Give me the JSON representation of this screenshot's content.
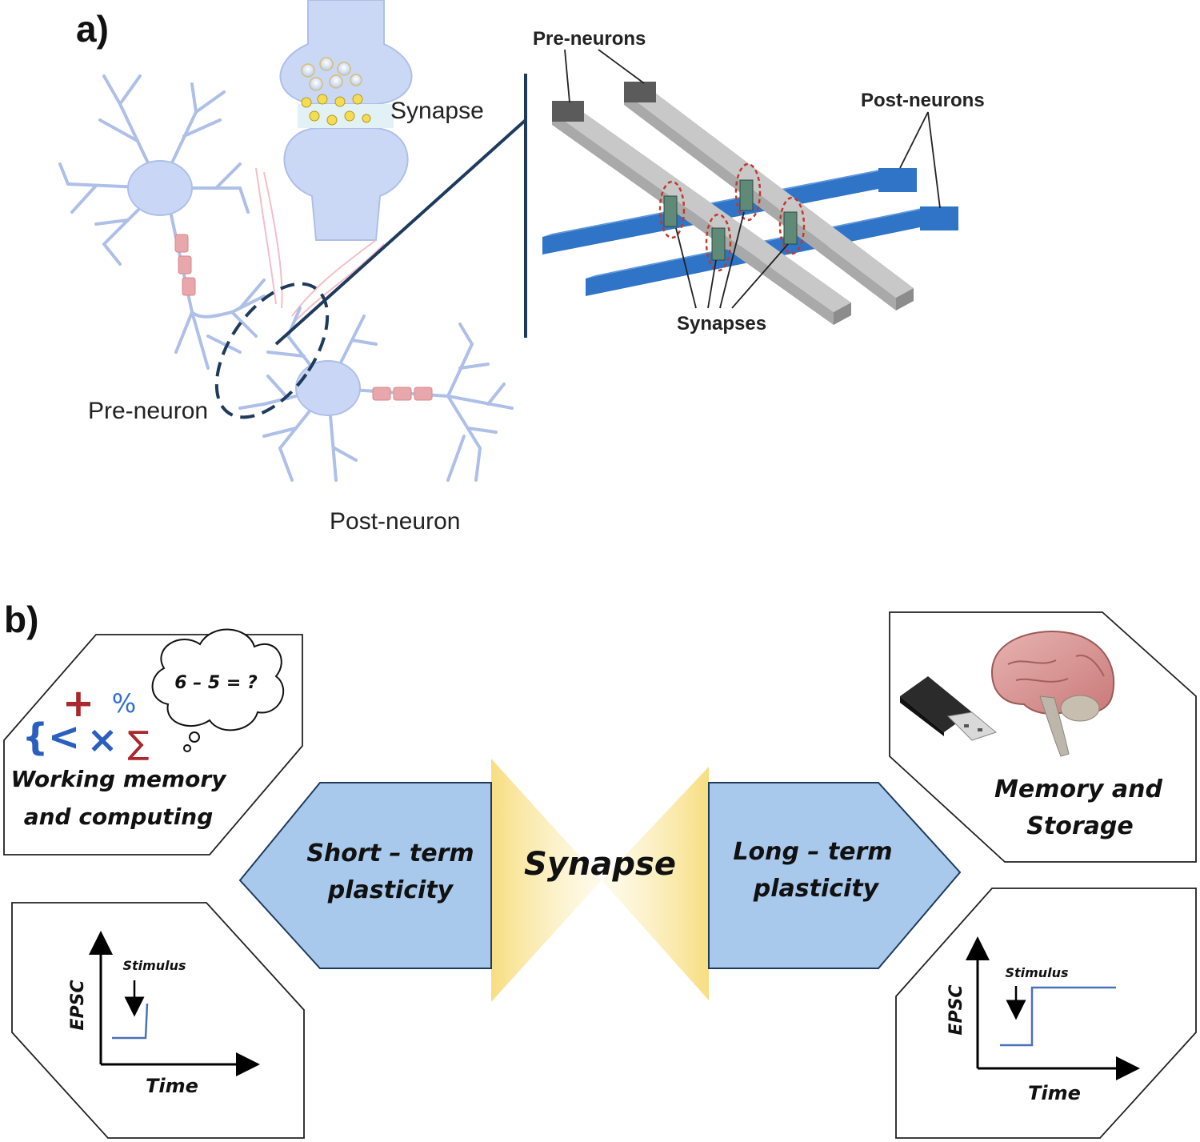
{
  "panel_a": {
    "label": "a)",
    "synapse_label": "Synapse",
    "pre_neuron_label": "Pre-neuron",
    "post_neuron_label": "Post-neuron",
    "pre_neurons_label": "Pre-neurons",
    "post_neurons_label": "Post-neurons",
    "synapses_label": "Synapses"
  },
  "panel_b": {
    "label": "b)",
    "center_label": "Synapse",
    "left_arrow": {
      "line1": "Short – term",
      "line2": "plasticity"
    },
    "right_arrow": {
      "line1": "Long – term",
      "line2": "plasticity"
    },
    "top_left_box": {
      "line1": "Working memory",
      "line2": "and computing",
      "thought": "6 – 5 = ?",
      "symbols": [
        "+",
        "%",
        "{",
        "<",
        "×",
        "∑"
      ]
    },
    "top_right_box": {
      "line1": "Memory and",
      "line2": "Storage"
    },
    "bottom_left_graph": {
      "ylabel": "EPSC",
      "xlabel": "Time",
      "stimulus": "Stimulus"
    },
    "bottom_right_graph": {
      "ylabel": "EPSC",
      "xlabel": "Time",
      "stimulus": "Stimulus"
    }
  },
  "colors": {
    "neuron": "#c9d6f5",
    "myelin": "#e8a7ab",
    "navy_line": "#1f3b5c",
    "pre_bar": "#a9a9a9",
    "post_bar": "#2f74c7",
    "arrow_fill": "#a9c9ec",
    "glow": "#f7dc7a",
    "curve": "#4a72b8"
  }
}
